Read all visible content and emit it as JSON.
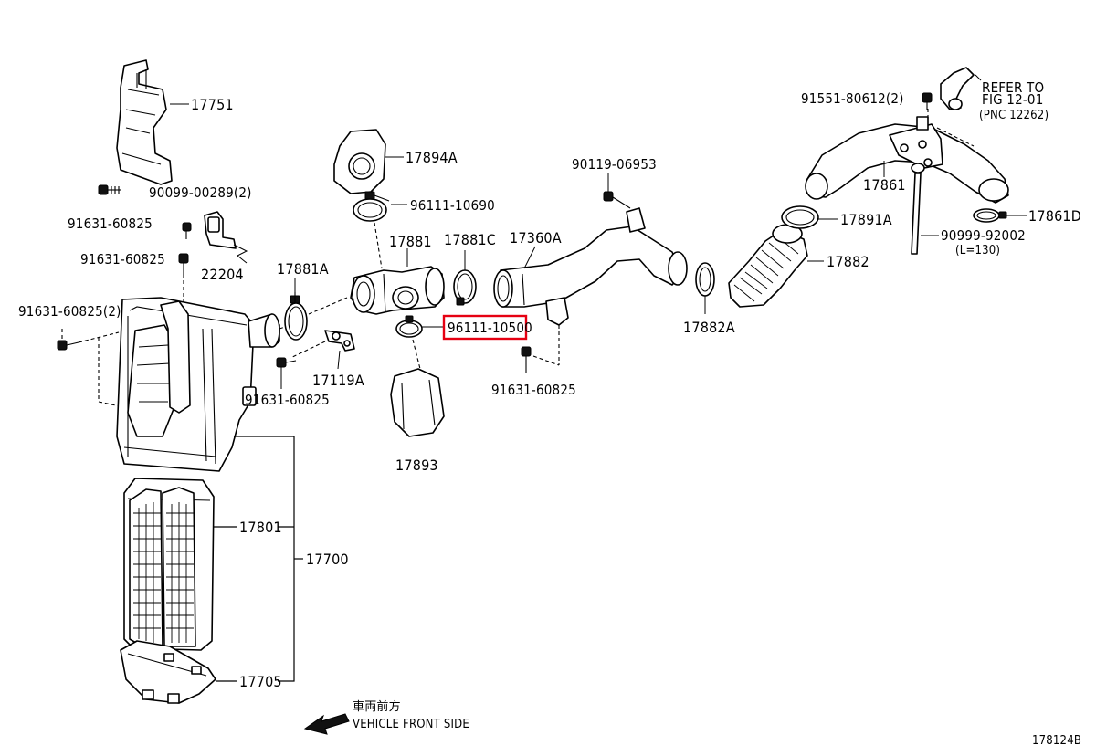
{
  "labels": {
    "p17751": "17751",
    "p90099_00289": "90099-00289(2)",
    "p91631_60825_a": "91631-60825",
    "p91631_60825_b": "91631-60825",
    "p22204": "22204",
    "p91631_60825_2": "91631-60825(2)",
    "p17894A": "17894A",
    "p96111_10690": "96111-10690",
    "p17881": "17881",
    "p17881C": "17881C",
    "p17881A": "17881A",
    "p96111_10500": "96111-10500",
    "p17119A": "17119A",
    "p91631_60825_c": "91631-60825",
    "p17893": "17893",
    "p90119_06953": "90119-06953",
    "p17360A": "17360A",
    "p91631_60825_d": "91631-60825",
    "p17882A": "17882A",
    "p91551_80612": "91551-80612(2)",
    "p17861": "17861",
    "p17891A": "17891A",
    "p17882": "17882",
    "p17861D": "17861D",
    "p90999_92002": "90999-92002",
    "pL130": "(L=130)",
    "p17801": "17801",
    "p17700": "17700",
    "p17705": "17705"
  },
  "refer": {
    "line1": "REFER TO",
    "line2": "FIG 12-01",
    "line3": "(PNC 12262)"
  },
  "front_side": {
    "japanese": "車両前方",
    "english": "VEHICLE FRONT SIDE"
  },
  "figure_id": "178124B",
  "highlight_color": "#e60012"
}
